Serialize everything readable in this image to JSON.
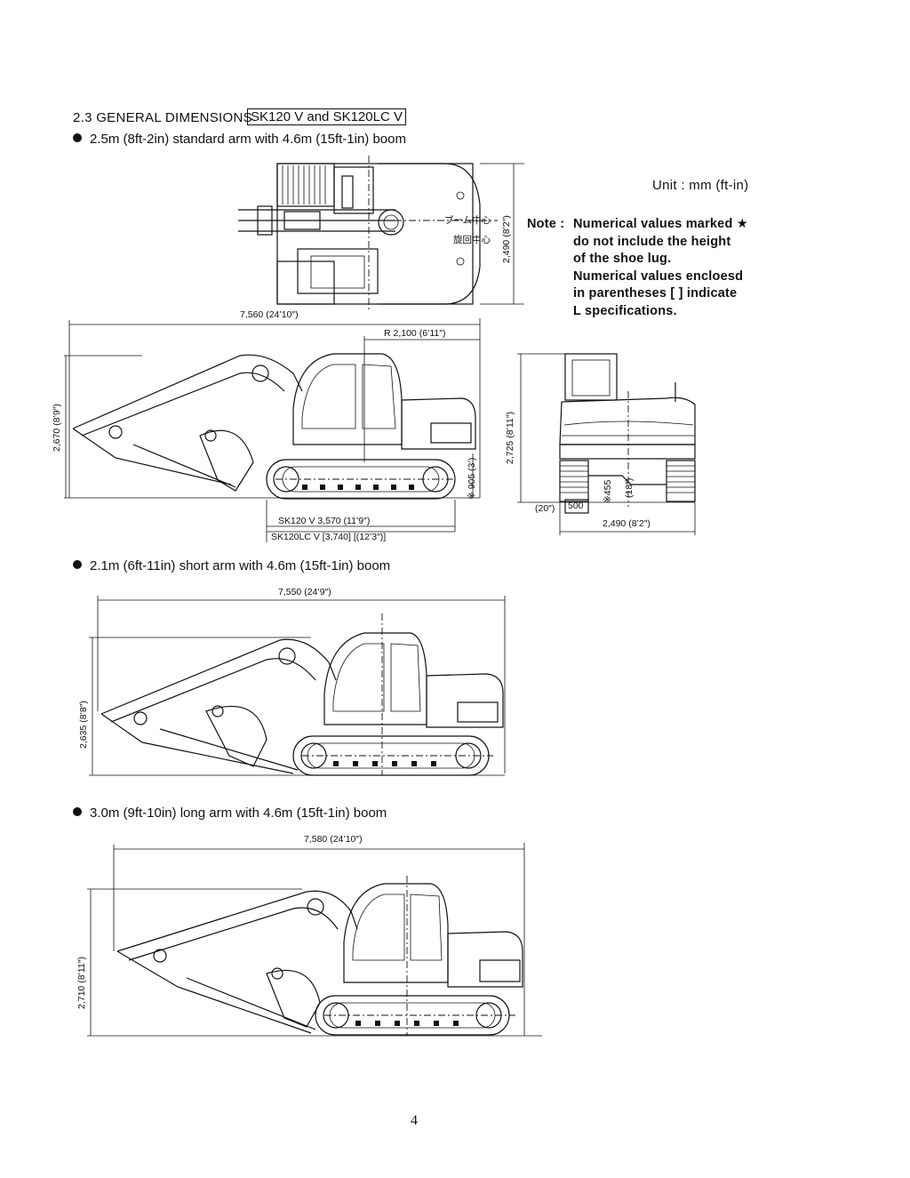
{
  "header": {
    "section_title": "2.3  GENERAL DIMENSIONS",
    "model_box": "SK120 V and SK120LC V"
  },
  "unit": "Unit : mm (ft-in)",
  "note": {
    "label": "Note :",
    "lines": [
      "Numerical values marked ★",
      "do not include the height",
      "of the shoe lug.",
      "Numerical values encloesd",
      "in parentheses [   ] indicate",
      "L specifications."
    ]
  },
  "configs": [
    {
      "heading": "2.5m (8ft-2in) standard arm with 4.6m (15ft-1in) boom",
      "overall_length": "7,560 (24’10″)",
      "overall_height": "2,670 (8’9″)",
      "swing_radius": "R 2,100 (6’11″)",
      "cab_height": "2,725 (8’11″)",
      "ground_clearance": "※ 905 (3’)",
      "track_len_std": "SK120 V    3,570 (11’9″)",
      "track_len_lc": "SK120LC V   [3,740] [(12’3″)]",
      "top_width": "2,490 (8’2″)",
      "overall_width": "2,490 (8’2″)",
      "shoe_width": "500",
      "shoe_width_in": "(20″)",
      "min_clearance": "※455",
      "min_clearance_in": "(18″)",
      "jp_boom_center": "ブーム中心",
      "jp_swing_center": "旋回中心"
    },
    {
      "heading": "2.1m (6ft-11in) short arm with 4.6m (15ft-1in) boom",
      "overall_length": "7,550 (24’9″)",
      "overall_height": "2,635 (8’8″)"
    },
    {
      "heading": "3.0m (9ft-10in) long arm with 4.6m (15ft-1in) boom",
      "overall_length": "7,580 (24’10″)",
      "overall_height": "2,710 (8’11″)"
    }
  ],
  "page_number": "4"
}
